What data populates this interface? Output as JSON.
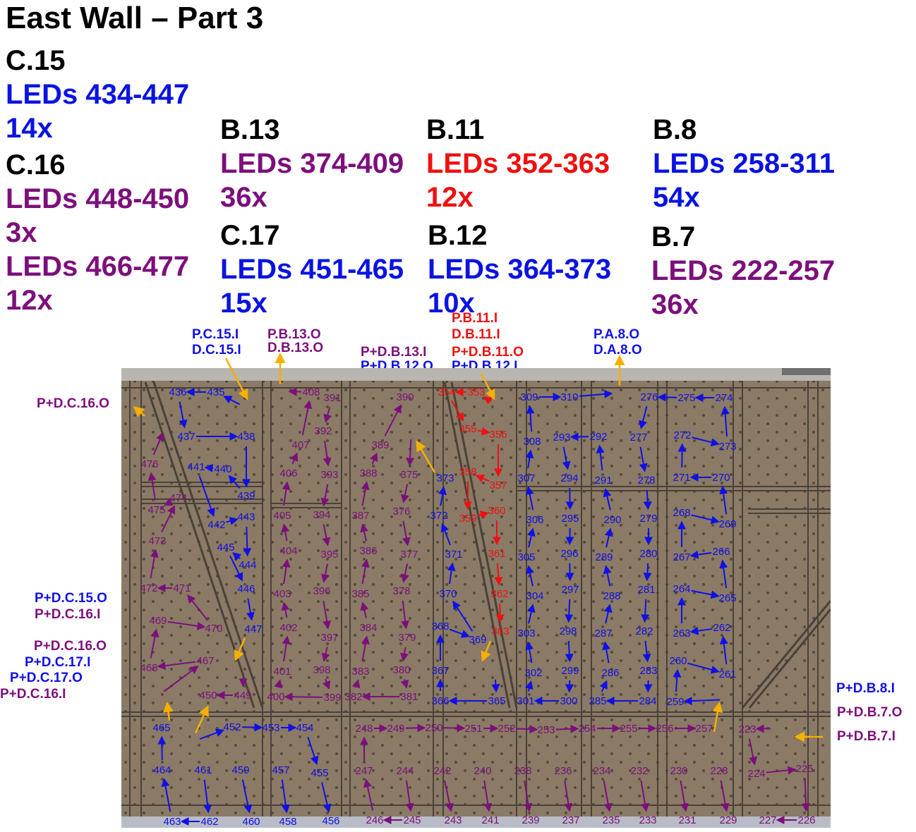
{
  "title": "East Wall – Part 3",
  "blocks": [
    {
      "name": "C.15",
      "lines": [
        {
          "t": "LEDs 434-447",
          "c": "b"
        },
        {
          "t": "14x",
          "c": "b"
        }
      ]
    },
    {
      "name": "C.16",
      "lines": [
        {
          "t": "LEDs 448-450",
          "c": "p"
        },
        {
          "t": "3x",
          "c": "p"
        },
        {
          "t": "LEDs 466-477",
          "c": "p"
        },
        {
          "t": "12x",
          "c": "p"
        }
      ]
    },
    {
      "name": "B.13",
      "lines": [
        {
          "t": "LEDs 374-409",
          "c": "p"
        },
        {
          "t": "36x",
          "c": "p"
        }
      ]
    },
    {
      "name": "C.17",
      "lines": [
        {
          "t": "LEDs 451-465",
          "c": "b"
        },
        {
          "t": "15x",
          "c": "b"
        }
      ]
    },
    {
      "name": "B.11",
      "lines": [
        {
          "t": "LEDs 352-363",
          "c": "r"
        },
        {
          "t": "12x",
          "c": "r"
        }
      ]
    },
    {
      "name": "B.12",
      "lines": [
        {
          "t": "LEDs 364-373",
          "c": "b"
        },
        {
          "t": "10x",
          "c": "b"
        }
      ]
    },
    {
      "name": "B.8",
      "lines": [
        {
          "t": "LEDs 258-311",
          "c": "b"
        },
        {
          "t": "54x",
          "c": "b"
        }
      ]
    },
    {
      "name": "B.7",
      "lines": [
        {
          "t": "LEDs 222-257",
          "c": "p"
        },
        {
          "t": "36x",
          "c": "p"
        }
      ]
    }
  ],
  "connectors": [
    {
      "id": "c1",
      "t": "P.C.15.I",
      "c": "b"
    },
    {
      "id": "c2",
      "t": "D.C.15.I",
      "c": "b"
    },
    {
      "id": "c3",
      "t": "P.B.13.O",
      "c": "p"
    },
    {
      "id": "c4",
      "t": "D.B.13.O",
      "c": "p"
    },
    {
      "id": "c5",
      "t": "P+D.B.13.I",
      "c": "p"
    },
    {
      "id": "c6",
      "t": "P+D.B.12.O",
      "c": "b"
    },
    {
      "id": "c7",
      "t": "P.B.11.I",
      "c": "r"
    },
    {
      "id": "c8",
      "t": "D.B.11.I",
      "c": "r"
    },
    {
      "id": "c9",
      "t": "P+D.B.11.O",
      "c": "r"
    },
    {
      "id": "c10",
      "t": "P+D.B.12.I",
      "c": "b"
    },
    {
      "id": "c11",
      "t": "P.A.8.O",
      "c": "b"
    },
    {
      "id": "c12",
      "t": "D.A.8.O",
      "c": "b"
    },
    {
      "id": "c13",
      "t": "P+D.C.16.O",
      "c": "p"
    },
    {
      "id": "c14",
      "t": "P+D.C.15.O",
      "c": "b"
    },
    {
      "id": "c15",
      "t": "P+D.C.16.I",
      "c": "p"
    },
    {
      "id": "c16",
      "t": "P+D.C.16.O",
      "c": "p"
    },
    {
      "id": "c17",
      "t": "P+D.C.17.I",
      "c": "b"
    },
    {
      "id": "c18",
      "t": "P+D.C.17.O",
      "c": "b"
    },
    {
      "id": "c19",
      "t": "P+D.C.16.I",
      "c": "p"
    },
    {
      "id": "c20",
      "t": "P+D.B.8.I",
      "c": "b"
    },
    {
      "id": "c21",
      "t": "P+D.B.7.O",
      "c": "p"
    },
    {
      "id": "c22",
      "t": "P+D.B.7.I",
      "c": "p"
    }
  ],
  "diagram": {
    "wall_color": "#8a7a66",
    "frame_color": "#4a4238",
    "colors": {
      "b": "#1010e6",
      "p": "#7c0f7c",
      "r": "#ee1111",
      "o": "#f5b000",
      "box": "#de3a3a",
      "boxtext": "#ffd21a"
    },
    "highlighted_leds": [
      "409",
      "434",
      "477",
      "374",
      "352",
      "311",
      "448",
      "466",
      "451",
      "364",
      "258",
      "222"
    ],
    "leds": [
      {
        "n": "436",
        "c": "b"
      },
      {
        "n": "435",
        "c": "b"
      },
      {
        "n": "437",
        "c": "b"
      },
      {
        "n": "438",
        "c": "b"
      },
      {
        "n": "441",
        "c": "b"
      },
      {
        "n": "440",
        "c": "b"
      },
      {
        "n": "439",
        "c": "b"
      },
      {
        "n": "442",
        "c": "b"
      },
      {
        "n": "443",
        "c": "b"
      },
      {
        "n": "445",
        "c": "b"
      },
      {
        "n": "444",
        "c": "b"
      },
      {
        "n": "446",
        "c": "b"
      },
      {
        "n": "447",
        "c": "b"
      },
      {
        "n": "476",
        "c": "p"
      },
      {
        "n": "474",
        "c": "p"
      },
      {
        "n": "475",
        "c": "p"
      },
      {
        "n": "473",
        "c": "p"
      },
      {
        "n": "472",
        "c": "p"
      },
      {
        "n": "471",
        "c": "p"
      },
      {
        "n": "469",
        "c": "p"
      },
      {
        "n": "470",
        "c": "p"
      },
      {
        "n": "467",
        "c": "p"
      },
      {
        "n": "468",
        "c": "p"
      },
      {
        "n": "450",
        "c": "p"
      },
      {
        "n": "449",
        "c": "p"
      },
      {
        "n": "408",
        "c": "p"
      },
      {
        "n": "391",
        "c": "p"
      },
      {
        "n": "390",
        "c": "p"
      },
      {
        "n": "392",
        "c": "p"
      },
      {
        "n": "407",
        "c": "p"
      },
      {
        "n": "389",
        "c": "p"
      },
      {
        "n": "406",
        "c": "p"
      },
      {
        "n": "393",
        "c": "p"
      },
      {
        "n": "388",
        "c": "p"
      },
      {
        "n": "375",
        "c": "p"
      },
      {
        "n": "405",
        "c": "p"
      },
      {
        "n": "394",
        "c": "p"
      },
      {
        "n": "387",
        "c": "p"
      },
      {
        "n": "376",
        "c": "p"
      },
      {
        "n": "404",
        "c": "p"
      },
      {
        "n": "395",
        "c": "p"
      },
      {
        "n": "386",
        "c": "p"
      },
      {
        "n": "377",
        "c": "p"
      },
      {
        "n": "403",
        "c": "p"
      },
      {
        "n": "396",
        "c": "p"
      },
      {
        "n": "385",
        "c": "p"
      },
      {
        "n": "378",
        "c": "p"
      },
      {
        "n": "402",
        "c": "p"
      },
      {
        "n": "397",
        "c": "p"
      },
      {
        "n": "384",
        "c": "p"
      },
      {
        "n": "379",
        "c": "p"
      },
      {
        "n": "401",
        "c": "p"
      },
      {
        "n": "398",
        "c": "p"
      },
      {
        "n": "383",
        "c": "p"
      },
      {
        "n": "380",
        "c": "p"
      },
      {
        "n": "400",
        "c": "p"
      },
      {
        "n": "399",
        "c": "p"
      },
      {
        "n": "382",
        "c": "p"
      },
      {
        "n": "381",
        "c": "p"
      },
      {
        "n": "354",
        "c": "r"
      },
      {
        "n": "353",
        "c": "r"
      },
      {
        "n": "355",
        "c": "r"
      },
      {
        "n": "356",
        "c": "r"
      },
      {
        "n": "358",
        "c": "r"
      },
      {
        "n": "357",
        "c": "r"
      },
      {
        "n": "360",
        "c": "r"
      },
      {
        "n": "359",
        "c": "r"
      },
      {
        "n": "361",
        "c": "r"
      },
      {
        "n": "362",
        "c": "r"
      },
      {
        "n": "363",
        "c": "r"
      },
      {
        "n": "373",
        "c": "b"
      },
      {
        "n": "372",
        "c": "b"
      },
      {
        "n": "371",
        "c": "b"
      },
      {
        "n": "370",
        "c": "b"
      },
      {
        "n": "368",
        "c": "b"
      },
      {
        "n": "369",
        "c": "b"
      },
      {
        "n": "367",
        "c": "b"
      },
      {
        "n": "366",
        "c": "b"
      },
      {
        "n": "365",
        "c": "b"
      },
      {
        "n": "309",
        "c": "b"
      },
      {
        "n": "310",
        "c": "b"
      },
      {
        "n": "276",
        "c": "b"
      },
      {
        "n": "275",
        "c": "b"
      },
      {
        "n": "274",
        "c": "b"
      },
      {
        "n": "308",
        "c": "b"
      },
      {
        "n": "293",
        "c": "b"
      },
      {
        "n": "292",
        "c": "b"
      },
      {
        "n": "277",
        "c": "b"
      },
      {
        "n": "272",
        "c": "b"
      },
      {
        "n": "273",
        "c": "b"
      },
      {
        "n": "307",
        "c": "b"
      },
      {
        "n": "294",
        "c": "b"
      },
      {
        "n": "291",
        "c": "b"
      },
      {
        "n": "278",
        "c": "b"
      },
      {
        "n": "271",
        "c": "b"
      },
      {
        "n": "270",
        "c": "b"
      },
      {
        "n": "306",
        "c": "b"
      },
      {
        "n": "295",
        "c": "b"
      },
      {
        "n": "290",
        "c": "b"
      },
      {
        "n": "279",
        "c": "b"
      },
      {
        "n": "268",
        "c": "b"
      },
      {
        "n": "269",
        "c": "b"
      },
      {
        "n": "305",
        "c": "b"
      },
      {
        "n": "296",
        "c": "b"
      },
      {
        "n": "289",
        "c": "b"
      },
      {
        "n": "280",
        "c": "b"
      },
      {
        "n": "267",
        "c": "b"
      },
      {
        "n": "266",
        "c": "b"
      },
      {
        "n": "304",
        "c": "b"
      },
      {
        "n": "297",
        "c": "b"
      },
      {
        "n": "288",
        "c": "b"
      },
      {
        "n": "281",
        "c": "b"
      },
      {
        "n": "264",
        "c": "b"
      },
      {
        "n": "265",
        "c": "b"
      },
      {
        "n": "303",
        "c": "b"
      },
      {
        "n": "298",
        "c": "b"
      },
      {
        "n": "287",
        "c": "b"
      },
      {
        "n": "282",
        "c": "b"
      },
      {
        "n": "263",
        "c": "b"
      },
      {
        "n": "262",
        "c": "b"
      },
      {
        "n": "302",
        "c": "b"
      },
      {
        "n": "299",
        "c": "b"
      },
      {
        "n": "286",
        "c": "b"
      },
      {
        "n": "283",
        "c": "b"
      },
      {
        "n": "260",
        "c": "b"
      },
      {
        "n": "261",
        "c": "b"
      },
      {
        "n": "301",
        "c": "b"
      },
      {
        "n": "300",
        "c": "b"
      },
      {
        "n": "285",
        "c": "b"
      },
      {
        "n": "284",
        "c": "b"
      },
      {
        "n": "259",
        "c": "b"
      },
      {
        "n": "465",
        "c": "b"
      },
      {
        "n": "452",
        "c": "b"
      },
      {
        "n": "453",
        "c": "b"
      },
      {
        "n": "454",
        "c": "b"
      },
      {
        "n": "464",
        "c": "b"
      },
      {
        "n": "461",
        "c": "b"
      },
      {
        "n": "459",
        "c": "b"
      },
      {
        "n": "457",
        "c": "b"
      },
      {
        "n": "455",
        "c": "b"
      },
      {
        "n": "463",
        "c": "b"
      },
      {
        "n": "462",
        "c": "b"
      },
      {
        "n": "460",
        "c": "b"
      },
      {
        "n": "458",
        "c": "b"
      },
      {
        "n": "456",
        "c": "b"
      },
      {
        "n": "248",
        "c": "p"
      },
      {
        "n": "249",
        "c": "p"
      },
      {
        "n": "250",
        "c": "p"
      },
      {
        "n": "251",
        "c": "p"
      },
      {
        "n": "252",
        "c": "p"
      },
      {
        "n": "253",
        "c": "p"
      },
      {
        "n": "254",
        "c": "p"
      },
      {
        "n": "255",
        "c": "p"
      },
      {
        "n": "256",
        "c": "p"
      },
      {
        "n": "257",
        "c": "p"
      },
      {
        "n": "223",
        "c": "p"
      },
      {
        "n": "247",
        "c": "p"
      },
      {
        "n": "244",
        "c": "p"
      },
      {
        "n": "242",
        "c": "p"
      },
      {
        "n": "240",
        "c": "p"
      },
      {
        "n": "238",
        "c": "p"
      },
      {
        "n": "236",
        "c": "p"
      },
      {
        "n": "234",
        "c": "p"
      },
      {
        "n": "232",
        "c": "p"
      },
      {
        "n": "230",
        "c": "p"
      },
      {
        "n": "228",
        "c": "p"
      },
      {
        "n": "224",
        "c": "p"
      },
      {
        "n": "225",
        "c": "p"
      },
      {
        "n": "246",
        "c": "p"
      },
      {
        "n": "245",
        "c": "p"
      },
      {
        "n": "243",
        "c": "p"
      },
      {
        "n": "241",
        "c": "p"
      },
      {
        "n": "239",
        "c": "p"
      },
      {
        "n": "237",
        "c": "p"
      },
      {
        "n": "235",
        "c": "p"
      },
      {
        "n": "233",
        "c": "p"
      },
      {
        "n": "231",
        "c": "p"
      },
      {
        "n": "229",
        "c": "p"
      },
      {
        "n": "227",
        "c": "p"
      },
      {
        "n": "226",
        "c": "p"
      }
    ]
  }
}
